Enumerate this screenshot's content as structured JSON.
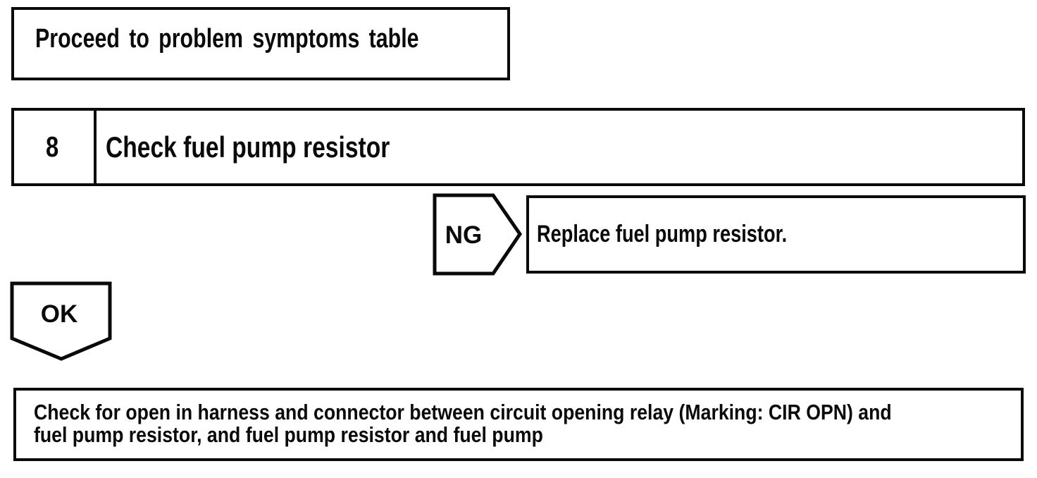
{
  "colors": {
    "ink": "#0a0a0a",
    "paper": "#ffffff"
  },
  "flowchart": {
    "top_box": {
      "label": "Proceed to problem symptoms table"
    },
    "step_box": {
      "number": "8",
      "label": "Check fuel pump resistor"
    },
    "ng_branch": {
      "tag": "NG",
      "action": "Replace fuel pump resistor."
    },
    "ok_branch": {
      "tag": "OK"
    },
    "result_box": {
      "lines": [
        "Check for open in harness and connector between circuit opening relay (Marking: CIR OPN) and",
        "fuel pump resistor, and fuel pump resistor and fuel pump"
      ]
    }
  }
}
